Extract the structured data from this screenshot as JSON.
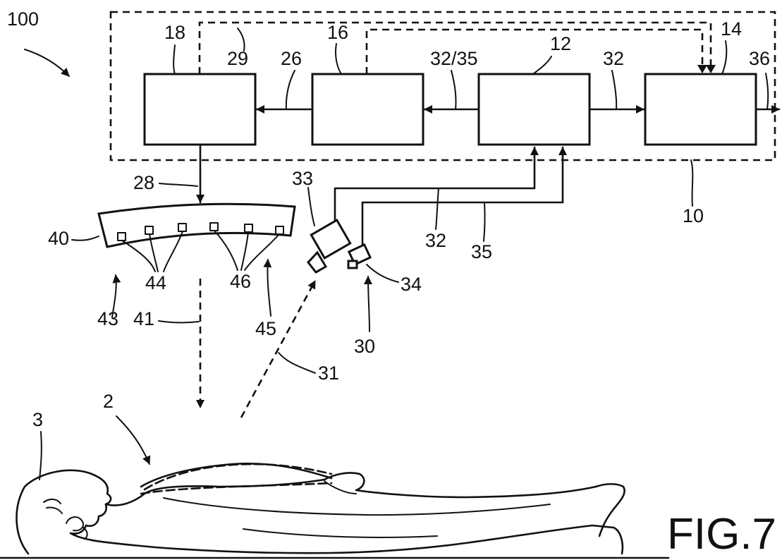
{
  "labels": {
    "system": "100",
    "box18": "18",
    "line29": "29",
    "line26": "26",
    "box16": "16",
    "line32_35": "32/35",
    "box12": "12",
    "line32a": "32",
    "box14": "14",
    "line36": "36",
    "dev10": "10",
    "line28": "28",
    "cam33": "33",
    "line32b": "32",
    "line35": "35",
    "array40": "40",
    "elem44": "44",
    "elem46": "46",
    "sensor34": "34",
    "group43": "43",
    "beam41": "41",
    "group45": "45",
    "sensor30": "30",
    "beam31": "31",
    "subject2": "2",
    "head3": "3"
  },
  "figure_label": "FIG.7"
}
